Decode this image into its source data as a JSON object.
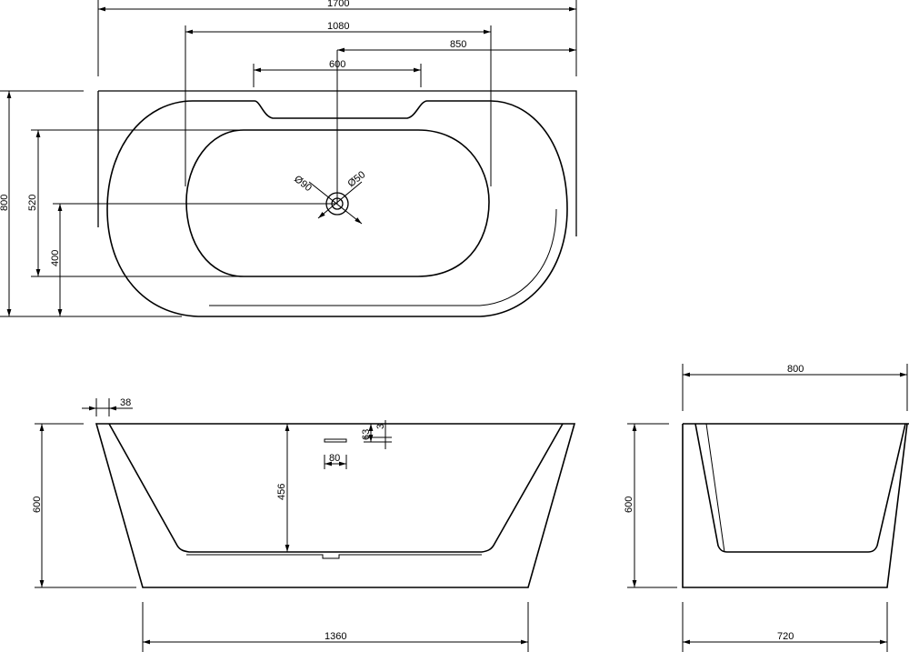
{
  "top_view": {
    "overall_length": "1700",
    "inner_length": "1080",
    "drain_offset": "850",
    "recess_width": "600",
    "overall_width": "800",
    "inner_width": "520",
    "drain_from_edge": "400",
    "drain_outer_dia": "Ø90",
    "drain_inner_dia": "Ø50"
  },
  "side_view": {
    "rim_width": "38",
    "height": "600",
    "depth": "456",
    "overflow_height": "63",
    "overflow_thickness": "3",
    "overflow_width": "80",
    "base_length": "1360"
  },
  "end_view": {
    "top_width": "800",
    "height": "600",
    "base_width": "720"
  }
}
